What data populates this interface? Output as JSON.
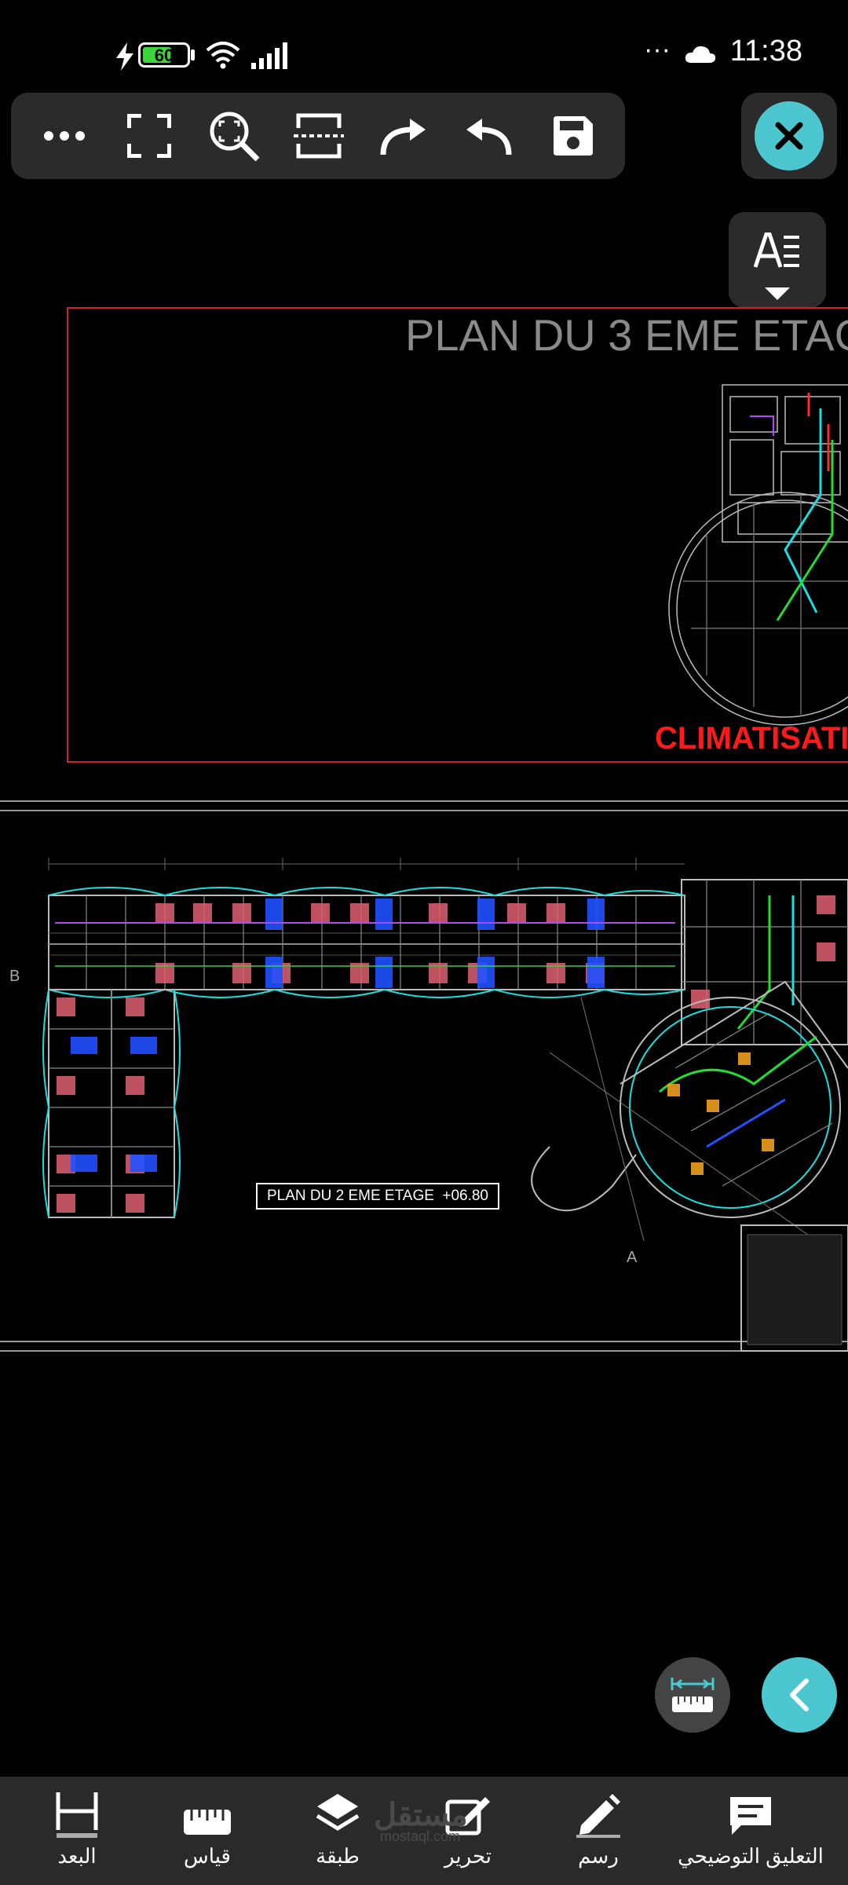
{
  "status_bar": {
    "battery": "60",
    "time": "11:38",
    "more": "···"
  },
  "drawing": {
    "title_top": "PLAN DU 3 EME ETAG",
    "red_label": "CLIMATISATI",
    "floor_label": "PLAN DU 2 EME ETAGE",
    "floor_level": "+06.80",
    "axis_b": "B",
    "axis_a": "A"
  },
  "bottom_nav": {
    "items": [
      {
        "label": "البعد",
        "icon": "dimension-icon"
      },
      {
        "label": "قياس",
        "icon": "ruler-icon"
      },
      {
        "label": "طبقة",
        "icon": "layers-icon"
      },
      {
        "label": "تحرير",
        "icon": "edit-icon"
      },
      {
        "label": "رسم",
        "icon": "pencil-icon"
      },
      {
        "label": "التعليق التوضيحي",
        "icon": "comment-icon"
      }
    ]
  },
  "watermark": {
    "arabic": "مستقل",
    "latin": "mostaql.com"
  },
  "colors": {
    "accent": "#4cc7cf",
    "toolbar_bg": "#2b2b2b",
    "frame_red": "#d02020"
  }
}
